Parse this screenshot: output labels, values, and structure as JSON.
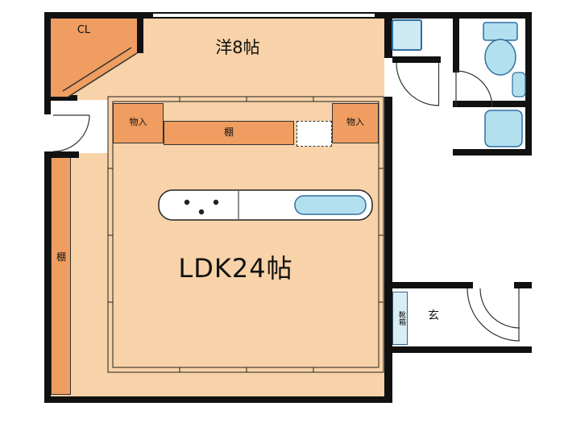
{
  "labels": {
    "cl": "CL",
    "western_room": "洋8帖",
    "ldk": "LDK24帖",
    "storage_left": "物入",
    "storage_right": "物入",
    "shelf_top": "棚",
    "shelf_left": "棚",
    "shoe_cabinet": "靴箱",
    "entrance": "玄"
  },
  "colors": {
    "room_fill": "#f8d2a8",
    "accent_fill": "#ef9d60",
    "fixture_fill": "#b3e0ef",
    "fixture_stroke": "#2f6fa0",
    "shoe_cabinet_fill": "#d9edf5",
    "wall": "#111111",
    "line": "#222222"
  },
  "icons": {
    "toilet": "toilet-icon",
    "toilet_sink": "toilet-sink-icon",
    "bathtub": "bathtub-icon",
    "washer_pan": "washing-machine-pan-icon",
    "kitchen_sink": "kitchen-sink-icon",
    "stove": "stove-burners-icon",
    "door_swings": "door-swing-arc-icon"
  }
}
